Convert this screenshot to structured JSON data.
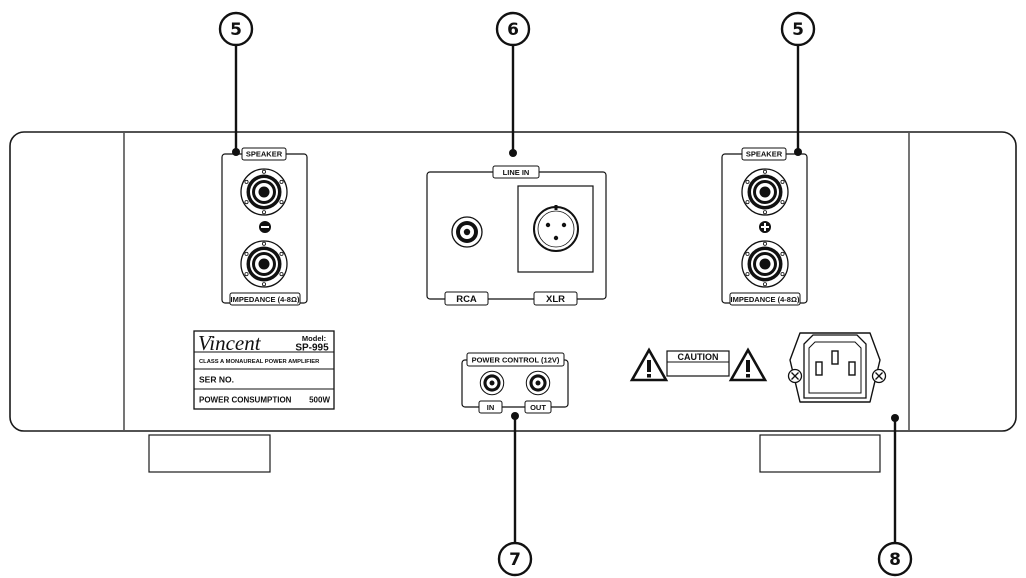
{
  "callouts": {
    "left_speaker": "5",
    "line_in": "6",
    "right_speaker": "5",
    "power_control": "7",
    "power_inlet": "8"
  },
  "left_speaker_panel": {
    "header": "SPEAKER",
    "polarity_symbol": "minus",
    "footer": "IMPEDANCE (4-8Ω)"
  },
  "right_speaker_panel": {
    "header": "SPEAKER",
    "polarity_symbol": "plus",
    "footer": "IMPEDANCE (4-8Ω)"
  },
  "line_in_panel": {
    "header": "LINE IN",
    "rca_label": "RCA",
    "xlr_label": "XLR"
  },
  "nameplate": {
    "brand": "Vincent",
    "model_label": "Model:",
    "model_value": "SP-995",
    "description": "CLASS A MONAUREAL POWER AMPLIFIER",
    "serial_label": "SER NO.",
    "power_label": "POWER CONSUMPTION",
    "power_value": "500W"
  },
  "power_control_panel": {
    "header": "POWER CONTROL (12V)",
    "in_label": "IN",
    "out_label": "OUT"
  },
  "caution": {
    "label": "CAUTION",
    "icon": "warning-triangle-icon"
  },
  "colors": {
    "line": "#1a1a1a",
    "chassis_fill": "#ffffff"
  }
}
